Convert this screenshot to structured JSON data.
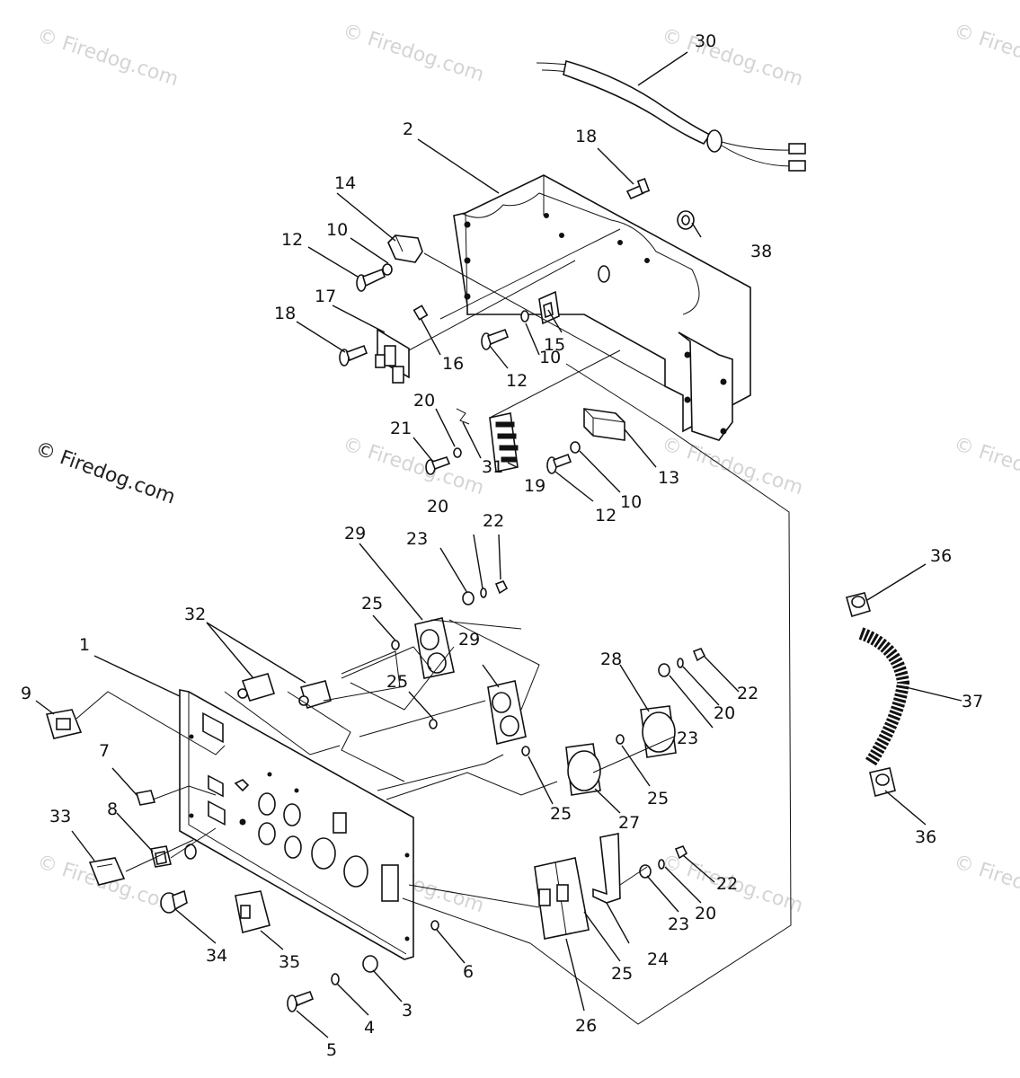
{
  "copyright": "© Firedog.com",
  "watermark": "© Firedog.com",
  "callouts": [
    "30",
    "2",
    "18",
    "14",
    "12",
    "10",
    "38",
    "17",
    "18",
    "16",
    "15",
    "10",
    "12",
    "20",
    "21",
    "31",
    "19",
    "13",
    "10",
    "12",
    "36",
    "29",
    "20",
    "22",
    "23",
    "32",
    "25",
    "1",
    "29",
    "9",
    "25",
    "28",
    "7",
    "22",
    "20",
    "23",
    "25",
    "27",
    "33",
    "8",
    "25",
    "34",
    "35",
    "6",
    "3",
    "4",
    "5",
    "26",
    "24",
    "23",
    "20",
    "22",
    "37",
    "36",
    "25"
  ]
}
